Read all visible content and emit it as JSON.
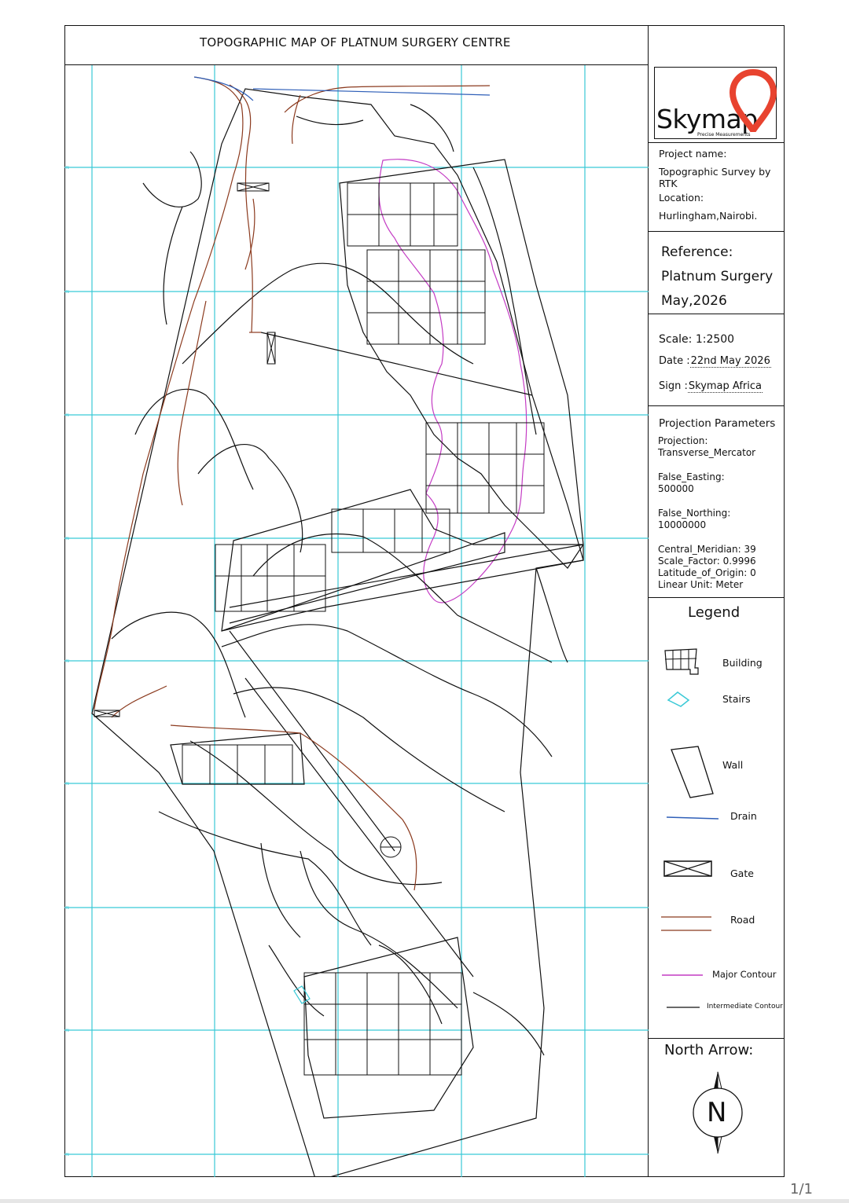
{
  "title": "TOPOGRAPHIC MAP OF PLATNUM SURGERY CENTRE",
  "logo": {
    "brand": "Skymap",
    "tagline": "Precise Measurements",
    "pin_color": "#e8432f"
  },
  "project": {
    "name_label": "Project name:",
    "name_value": "Topographic Survey by RTK",
    "location_label": "Location:",
    "location_value": "Hurlingham,Nairobi."
  },
  "reference": {
    "label": "Reference:",
    "line1": "Platnum Surgery",
    "line2": "May,2026"
  },
  "meta": {
    "scale": "Scale: 1:2500",
    "date_label": "Date :",
    "date_value": "22nd May 2026",
    "sign_label": "Sign :",
    "sign_value": "Skymap Africa"
  },
  "projection": {
    "heading": "Projection Parameters",
    "projection_label": "Projection:",
    "projection_value": "Transverse_Mercator",
    "false_easting_label": "False_Easting:",
    "false_easting_value": "500000",
    "false_northing_label": "False_Northing:",
    "false_northing_value": "10000000",
    "central_meridian": "Central_Meridian: 39",
    "scale_factor": "Scale_Factor: 0.9996",
    "latitude_origin": "Latitude_of_Origin: 0",
    "linear_unit": "Linear Unit: Meter"
  },
  "legend": {
    "heading": "Legend",
    "items": [
      {
        "label": "Building"
      },
      {
        "label": "Stairs"
      },
      {
        "label": "Wall"
      },
      {
        "label": "Drain"
      },
      {
        "label": "Gate"
      },
      {
        "label": "Road"
      },
      {
        "label": "Major Contour"
      },
      {
        "label": "Intermediate Contour"
      }
    ]
  },
  "north_arrow": {
    "heading": "North Arrow:",
    "letter": "N"
  },
  "colors": {
    "grid": "#39c9d6",
    "road": "#8b3a1e",
    "drain": "#2f5fb8",
    "major_contour": "#c43cc4",
    "line": "#111111"
  },
  "page_number": "1/1"
}
